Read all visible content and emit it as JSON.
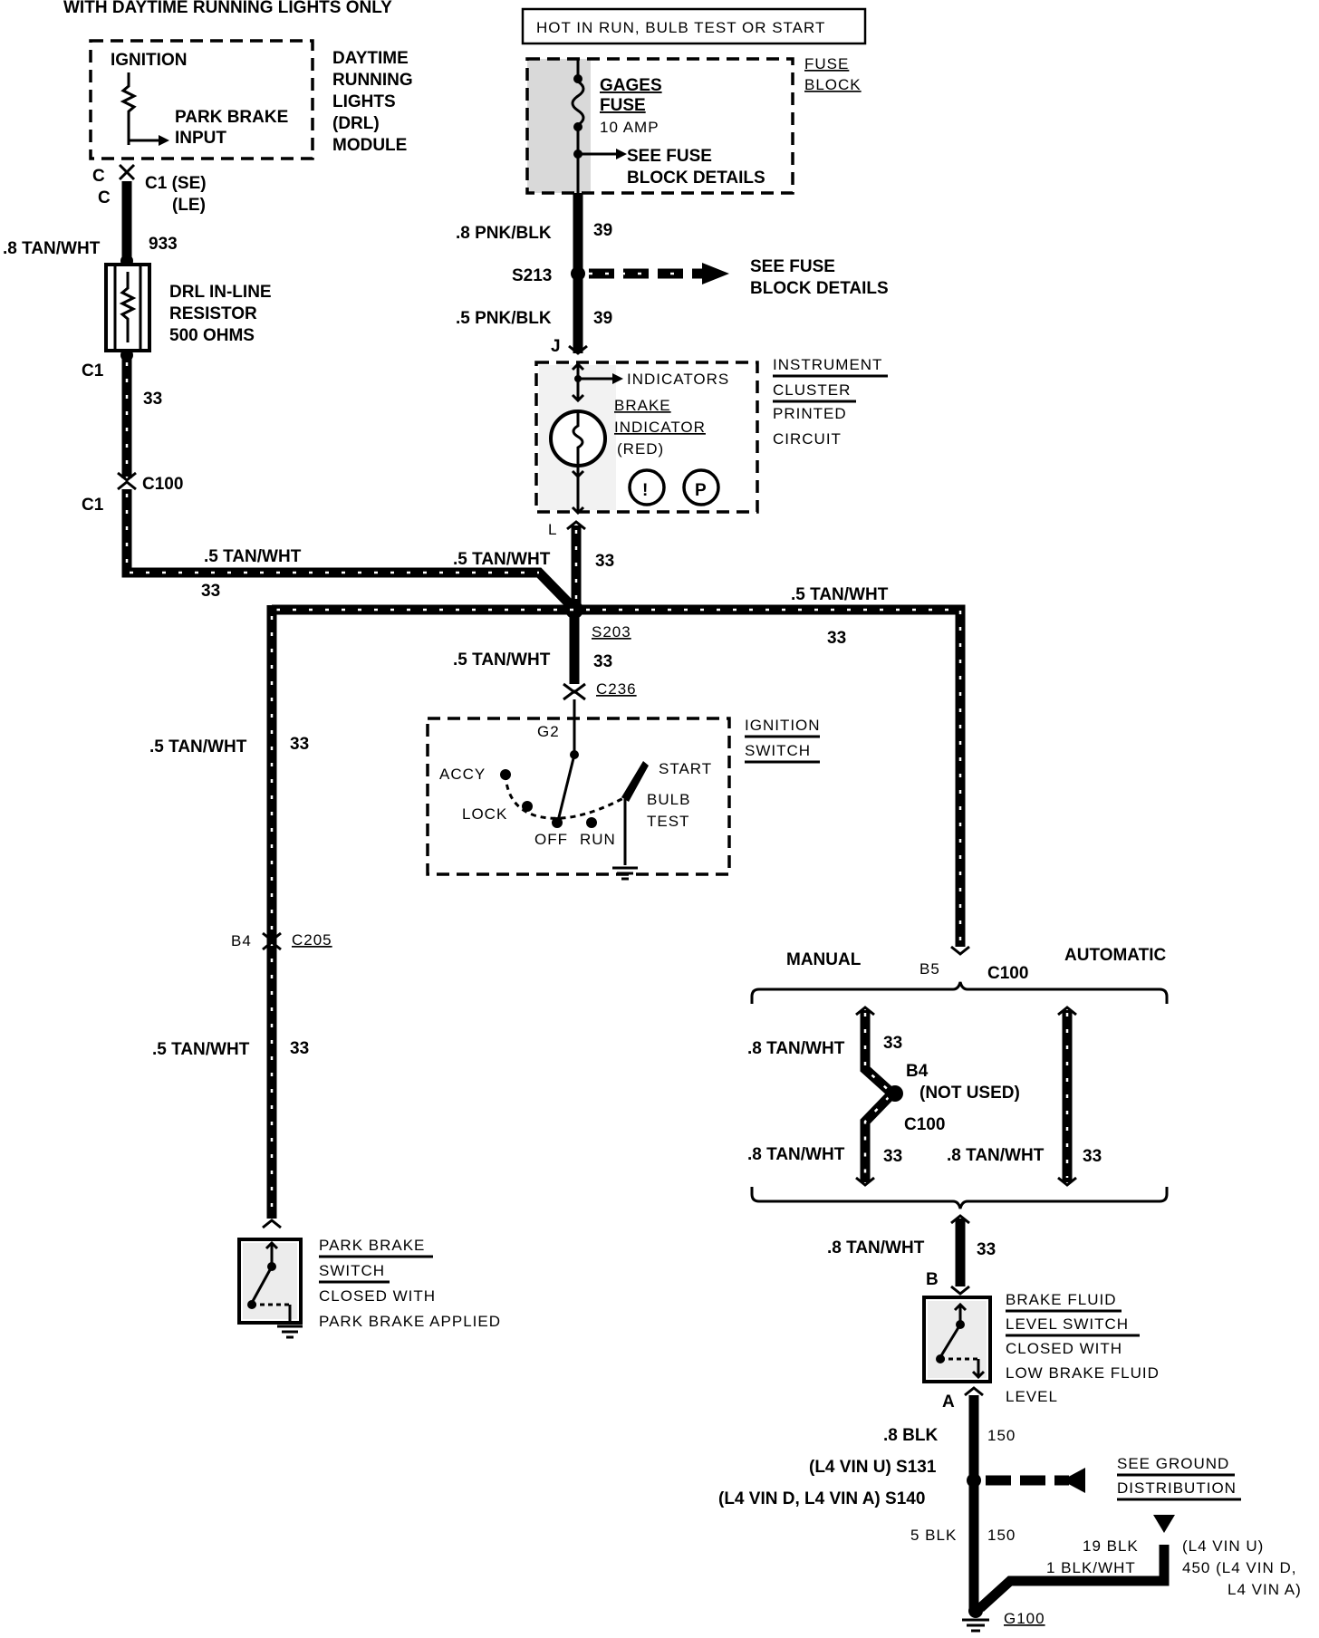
{
  "header": "WITH DAYTIME RUNNING LIGHTS ONLY",
  "hot_box": "HOT IN RUN, BULB TEST OR START",
  "fuse_block": {
    "title": [
      "FUSE",
      "BLOCK"
    ],
    "fuse_name": [
      "GAGES",
      "FUSE"
    ],
    "fuse_rating": "10 AMP",
    "see": [
      "SEE FUSE",
      "BLOCK DETAILS"
    ]
  },
  "drl_module": {
    "ignition": "IGNITION",
    "park_brake_input": [
      "PARK BRAKE",
      "INPUT"
    ],
    "title": [
      "DAYTIME",
      "RUNNING",
      "LIGHTS",
      "(DRL)",
      "MODULE"
    ],
    "conn_c_top": "C",
    "conn_c_bottom": "C",
    "connector": "C1 (SE)",
    "connector2": "(LE)"
  },
  "drl_resistor": {
    "wire": ".8 TAN/WHT",
    "circuit": "933",
    "title": [
      "DRL IN-LINE",
      "RESISTOR",
      "500 OHMS"
    ],
    "conn_c1": "C1",
    "circuit2": "33",
    "c100": "C100",
    "conn_c1b": "C1"
  },
  "s213": {
    "wire_top": ".8 PNK/BLK",
    "circuit_top": "39",
    "splice": "S213",
    "see": [
      "SEE FUSE",
      "BLOCK DETAILS"
    ],
    "wire_bottom": ".5 PNK/BLK",
    "circuit_bottom": "39",
    "pin_j": "J"
  },
  "cluster": {
    "indicators": "INDICATORS",
    "brake_indicator": [
      "BRAKE",
      "INDICATOR",
      "(RED)"
    ],
    "title": [
      "INSTRUMENT",
      "CLUSTER",
      "PRINTED",
      "CIRCUIT"
    ],
    "pin_l": "L",
    "icon_excl": "!",
    "icon_p": "P"
  },
  "junction": {
    "left_wire": ".5 TAN/WHT",
    "left_circuit": "33",
    "center_wire": ".5 TAN/WHT",
    "center_circuit": "33",
    "right_wire": ".5 TAN/WHT",
    "right_circuit": "33",
    "splice": "S203",
    "down_wire": ".5 TAN/WHT",
    "down_circuit": "33",
    "c236": "C236"
  },
  "ignition_switch": {
    "title": [
      "IGNITION",
      "SWITCH"
    ],
    "pin_g2": "G2",
    "accy": "ACCY",
    "lock": "LOCK",
    "off": "OFF",
    "run": "RUN",
    "start": "START",
    "bulb_test": [
      "BULB",
      "TEST"
    ]
  },
  "left_branch": {
    "wire1": ".5 TAN/WHT",
    "circuit1": "33",
    "pin_b4": "B4",
    "c205": "C205",
    "wire2": ".5 TAN/WHT",
    "circuit2": "33"
  },
  "park_brake_switch": {
    "title": [
      "PARK BRAKE",
      "SWITCH"
    ],
    "desc": [
      "CLOSED WITH",
      "PARK BRAKE APPLIED"
    ]
  },
  "right_branch": {
    "manual": "MANUAL",
    "automatic": "AUTOMATIC",
    "pin_b5": "B5",
    "c100": "C100",
    "wire_a": ".8 TAN/WHT",
    "circuit_a": "33",
    "b4": "B4",
    "not_used": "(NOT USED)",
    "c100b": "C100",
    "wire_b": ".8 TAN/WHT",
    "circuit_b": "33",
    "wire_c": ".8 TAN/WHT",
    "circuit_c": "33",
    "wire_d": ".8 TAN/WHT",
    "circuit_d": "33",
    "pin_b": "B"
  },
  "brake_fluid_switch": {
    "title": [
      "BRAKE FLUID",
      "LEVEL SWITCH"
    ],
    "desc": [
      "CLOSED WITH",
      "LOW BRAKE FLUID",
      "LEVEL"
    ],
    "pin_a": "A"
  },
  "ground": {
    "wire1": ".8 BLK",
    "circuit1": "150",
    "s131": "(L4 VIN U) S131",
    "s140": "(L4 VIN D, L4 VIN A) S140",
    "see": [
      "SEE GROUND",
      "DISTRIBUTION"
    ],
    "wire2": "5 BLK",
    "circuit2": "150",
    "wire3": "19 BLK",
    "wire4": "1 BLK/WHT",
    "vin_u": "(L4 VIN U)",
    "vin_da": [
      "450 (L4 VIN D,",
      "L4 VIN A)"
    ],
    "g100": "G100"
  }
}
